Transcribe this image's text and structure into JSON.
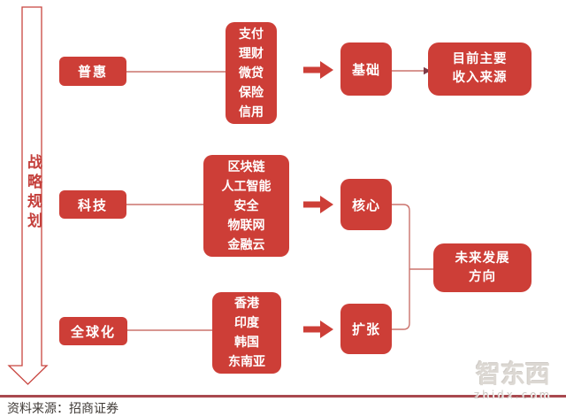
{
  "axis": {
    "label": "战略规划"
  },
  "rows": [
    {
      "category": "普惠",
      "details": [
        "支付",
        "理财",
        "微贷",
        "保险",
        "信用"
      ],
      "stage": "基础"
    },
    {
      "category": "科技",
      "details": [
        "区块链",
        "人工智能",
        "安全",
        "物联网",
        "金融云"
      ],
      "stage": "核心"
    },
    {
      "category": "全球化",
      "details": [
        "香港",
        "印度",
        "韩国",
        "东南亚"
      ],
      "stage": "扩张"
    }
  ],
  "income_box": {
    "lines": [
      "目前主要",
      "收入来源"
    ]
  },
  "future_box": {
    "lines": [
      "未来发展",
      "方向"
    ]
  },
  "source": "资料来源：招商证券",
  "watermark": {
    "brand": "智东西",
    "domain": "zhidx.com"
  },
  "colors": {
    "box_red": "#CD3E37",
    "connector_red": "#CB736D",
    "arrowhead_dark": "#7E3B47",
    "axis_outline_red": "#C8453F",
    "divider_red": "#A9494F",
    "source_text": "#3F3A36",
    "watermark_gray": "#DCD8D3"
  }
}
